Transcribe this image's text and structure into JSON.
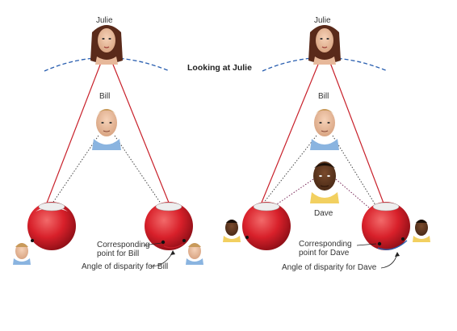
{
  "title": "Looking at Julie",
  "left_panel": {
    "top_label": "Julie",
    "middle_label": "Bill",
    "corresponding_label_line1": "Corresponding",
    "corresponding_label_line2": "point for Bill",
    "disparity_label": "Angle of disparity for Bill"
  },
  "right_panel": {
    "top_label": "Julie",
    "middle_label": "Bill",
    "lower_label": "Dave",
    "corresponding_label_line1": "Corresponding",
    "corresponding_label_line2": "point for Dave",
    "disparity_label": "Angle of disparity for Dave"
  },
  "colors": {
    "sight_line": "#c8202a",
    "dotted_line": "#444444",
    "horopter": "#2a5fb0",
    "eye_red": "#d8202a",
    "disparity_arc_left": "#c8202a",
    "disparity_arc_right": "#2a5fb0"
  }
}
